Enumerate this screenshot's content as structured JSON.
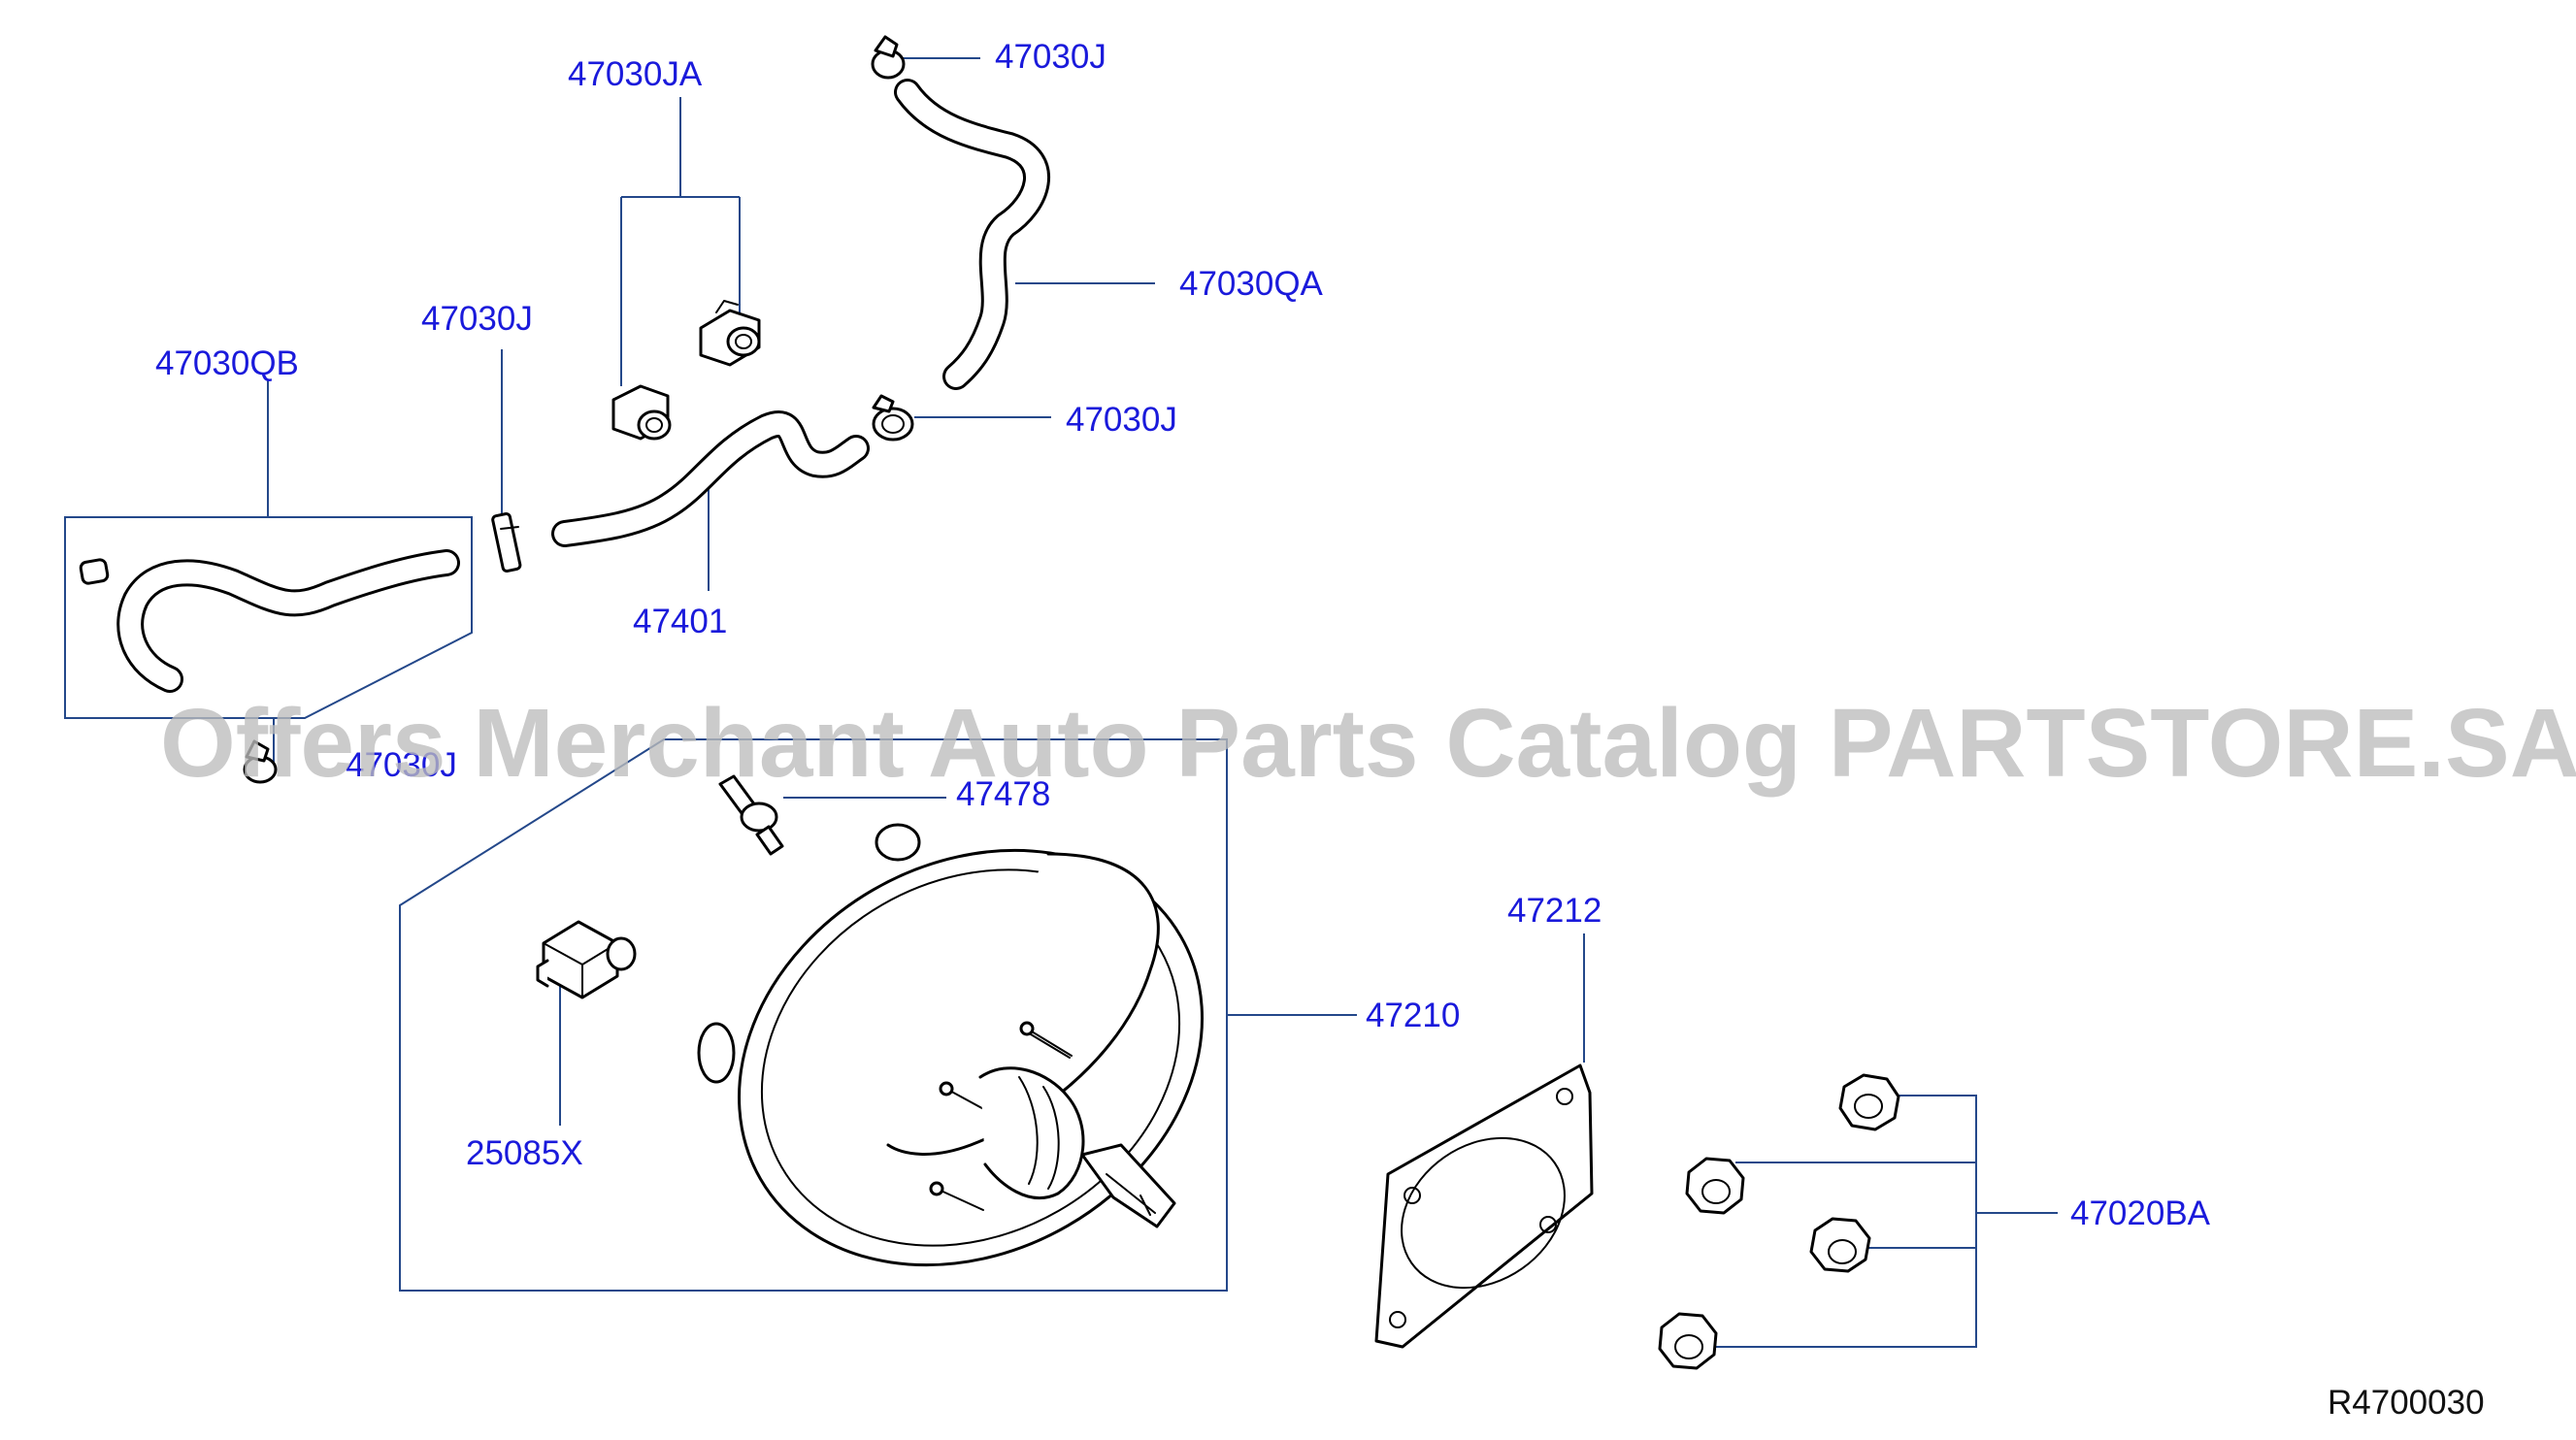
{
  "labels": {
    "p47030JA": "47030JA",
    "p47030J_top": "47030J",
    "p47030QA": "47030QA",
    "p47030J_left": "47030J",
    "p47030QB": "47030QB",
    "p47030J_mid": "47030J",
    "p47401": "47401",
    "p47030J_low": "47030J",
    "p47478": "47478",
    "p47212": "47212",
    "p47210": "47210",
    "p25085X": "25085X",
    "p47020BA": "47020BA"
  },
  "reference_code": "R4700030",
  "watermark": "Offers Merchant Auto Parts Catalog PARTSTORE.SA",
  "colors": {
    "label": "#1a1adb",
    "leader": "#24488a",
    "watermark": "#bdbdbd"
  }
}
